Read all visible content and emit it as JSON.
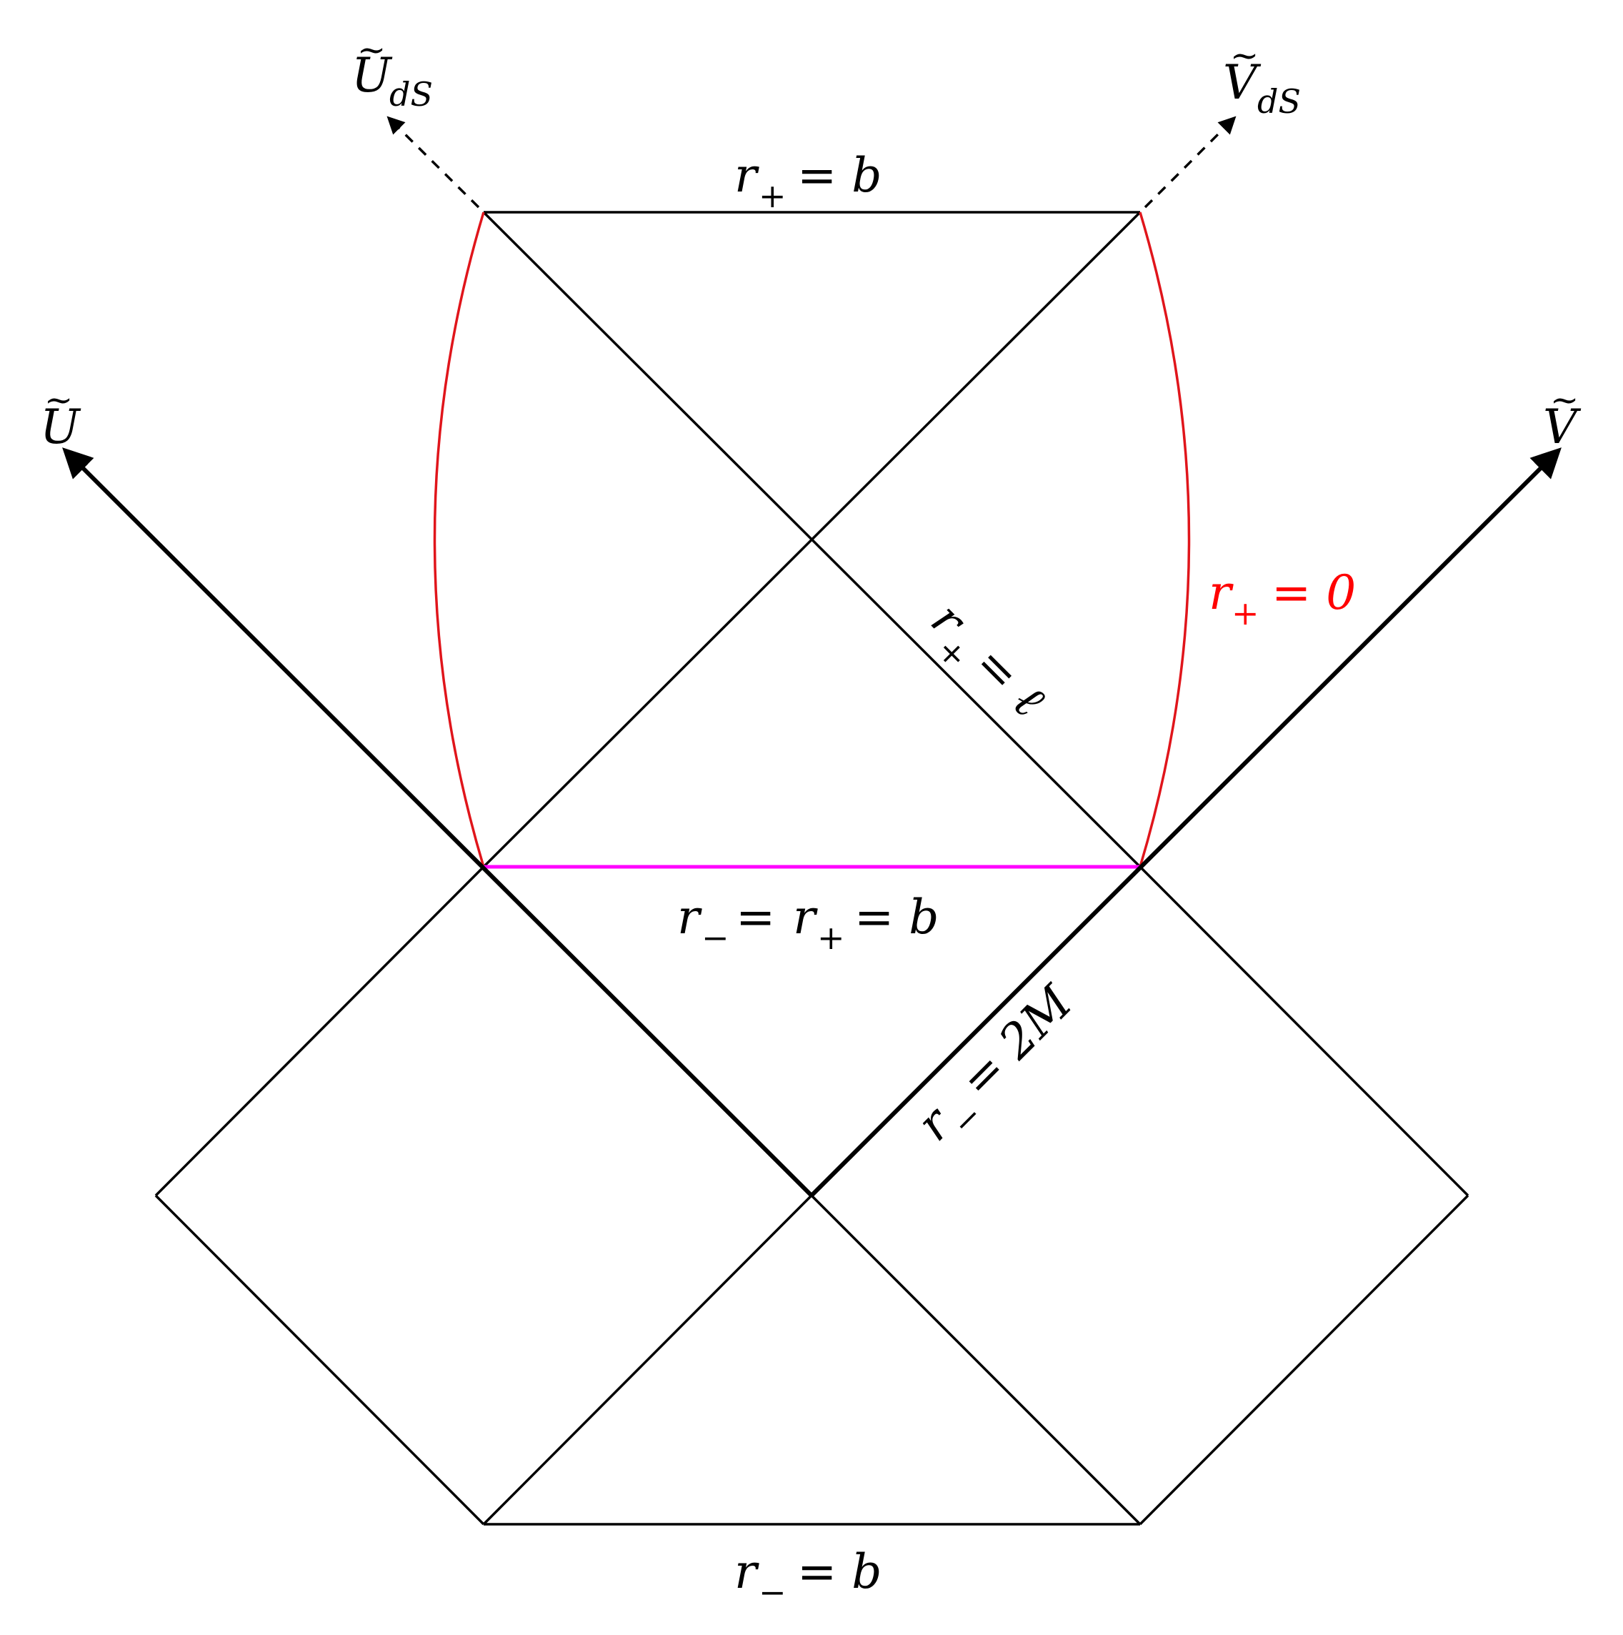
{
  "colors": {
    "lines": "#000000",
    "boundary_curve": "#e0151b",
    "horizon_line": "#ff00ff",
    "red_label": "#ff0000"
  },
  "axes": {
    "U_ds": {
      "base": "U",
      "decoration": "~",
      "subscript": "dS",
      "style": "dashed-arrow"
    },
    "V_ds": {
      "base": "V",
      "decoration": "~",
      "subscript": "dS",
      "style": "dashed-arrow"
    },
    "U": {
      "base": "U",
      "decoration": "~",
      "style": "solid-arrow"
    },
    "V": {
      "base": "V",
      "decoration": "~",
      "style": "solid-arrow"
    }
  },
  "labels": {
    "top_edge": {
      "var": "r",
      "sub": "+",
      "rest": "= b"
    },
    "red_curve": {
      "var": "r",
      "sub": "+",
      "rest": "= 0"
    },
    "diag_upper": {
      "var": "r",
      "sub": "+",
      "rest": "= ℓ"
    },
    "middle_edge": {
      "var1": "r",
      "sub1": "−",
      "mid": "= ",
      "var2": "r",
      "sub2": "+",
      "rest": "= b"
    },
    "diag_lower": {
      "var": "r",
      "sub": "−",
      "rest": "= 2M"
    },
    "bottom_edge": {
      "var": "r",
      "sub": "−",
      "rest": "= b"
    }
  }
}
